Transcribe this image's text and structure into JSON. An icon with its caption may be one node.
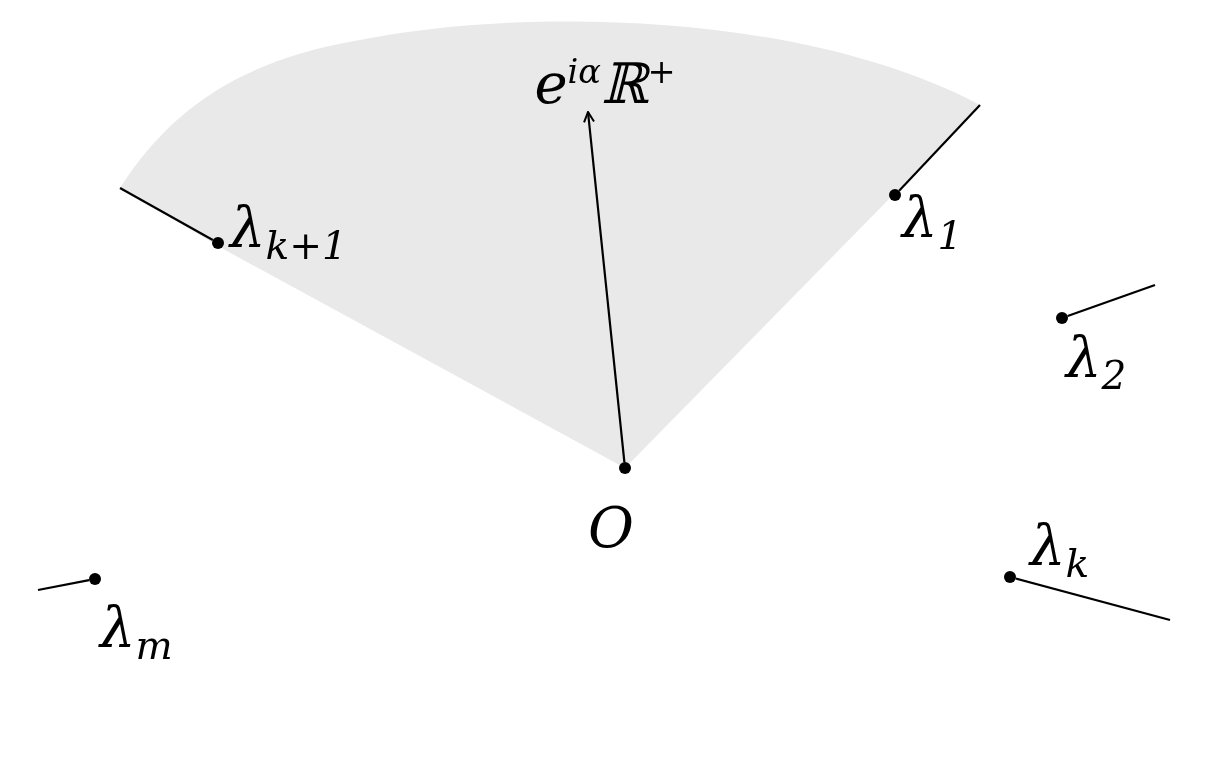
{
  "diagram": {
    "nodes": [
      {
        "text": [],
        "shape": "circle",
        "beside": [
          "O"
        ]
      },
      {
        "text": [
          "e$^{iα}$ℝ$^{+}$"
        ]
      },
      {
        "text": [],
        "shape": "circle",
        "beside": [
          "λ$_{1}$"
        ]
      },
      {
        "text": [],
        "shape": "circle",
        "beside": [
          "λ$_{2}$"
        ]
      },
      {
        "text": [],
        "shape": "circle",
        "beside": [
          "λ$_{k}$"
        ]
      },
      {
        "text": [],
        "shape": "circle",
        "beside": [
          "λ$_{k+1}$"
        ]
      },
      {
        "text": [],
        "shape": "circle",
        "beside": [
          "λ$_{m}$"
        ]
      }
    ],
    "edges": [
      {
        "from": 0,
        "to": 1,
        "arrow": "to"
      },
      {
        "from": 2,
        "to": null,
        "arrow": "none"
      },
      {
        "from": 3,
        "to": null,
        "arrow": "none"
      },
      {
        "from": 4,
        "to": null,
        "arrow": "none"
      },
      {
        "from": 5,
        "to": null,
        "arrow": "none"
      },
      {
        "from": 6,
        "to": null,
        "arrow": "none"
      }
    ]
  }
}
